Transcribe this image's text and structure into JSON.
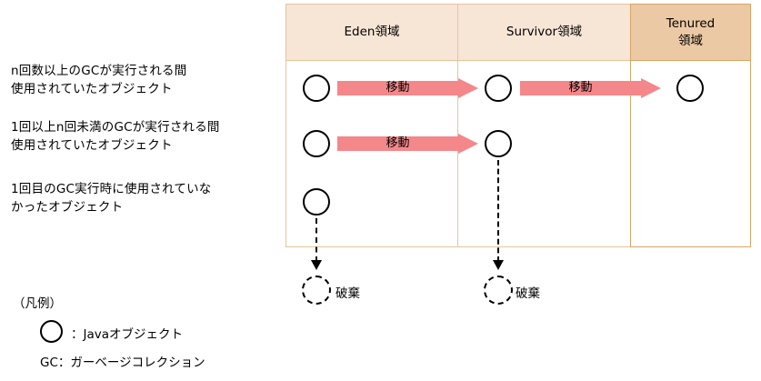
{
  "descriptions": [
    {
      "id": "desc-1",
      "text": "n回数以上のGCが実行される間\n使用されていたオブジェクト"
    },
    {
      "id": "desc-2",
      "text": "1回以上n回未満のGCが実行される間\n使用されていたオブジェクト"
    },
    {
      "id": "desc-3",
      "text": "1回目のGC実行時に使用されていな\nかったオブジェクト"
    }
  ],
  "table": {
    "columns": [
      {
        "key": "eden",
        "header": "Eden領域",
        "header_bg": "#F7E5D6",
        "border": "#E8C49B"
      },
      {
        "key": "survivor",
        "header": "Survivor領域",
        "header_bg": "#F7E5D6",
        "border": "#E8C49B"
      },
      {
        "key": "tenured",
        "header": "Tenured\n領域",
        "header_bg": "#EBC9A4",
        "border": "#D9A566"
      }
    ],
    "rows": [
      {
        "objects": [
          "eden",
          "survivor",
          "tenured"
        ],
        "arrows": [
          "移動",
          "移動"
        ]
      },
      {
        "objects": [
          "eden",
          "survivor"
        ],
        "arrows": [
          "移動"
        ]
      },
      {
        "objects": [
          "eden"
        ],
        "arrows": []
      }
    ]
  },
  "arrows": {
    "move_label": "移動",
    "arrow_color": "#F4878A"
  },
  "discard": [
    {
      "label": "破棄",
      "column": "eden"
    },
    {
      "label": "破棄",
      "column": "survivor"
    }
  ],
  "legend": {
    "title": "（凡例）",
    "object_text": "：Javaオブジェクト",
    "gc_text": "GC：ガーベージコレクション"
  }
}
